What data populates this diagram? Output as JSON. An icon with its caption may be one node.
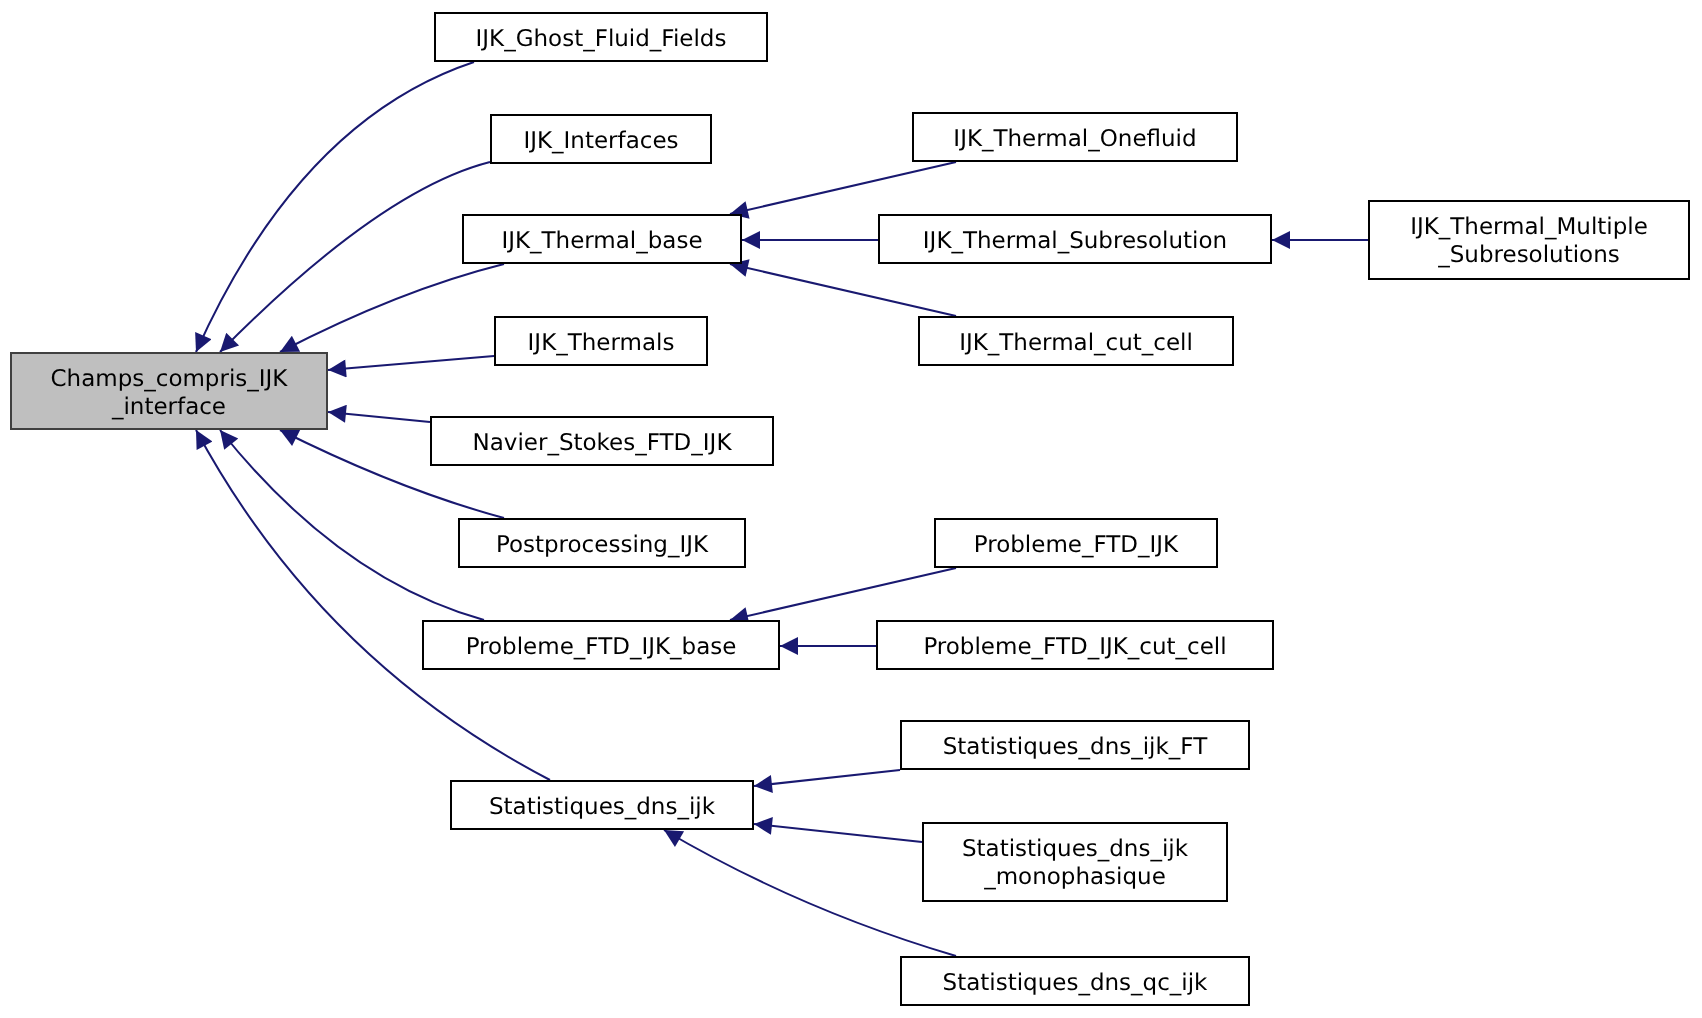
{
  "diagram": {
    "nodes": [
      {
        "text": [
          "Champs_compris_IJK _interface"
        ]
      },
      {
        "text": [
          "IJK_Ghost_Fluid_Fields"
        ]
      },
      {
        "text": [
          "IJK_Interfaces"
        ]
      },
      {
        "text": [
          "IJK_Thermal_base"
        ]
      },
      {
        "text": [
          "IJK_Thermal_Onefluid"
        ]
      },
      {
        "text": [
          "IJK_Thermal_Subresolution"
        ]
      },
      {
        "text": [
          "IJK_Thermal_cut_cell"
        ]
      },
      {
        "text": [
          "IJK_Thermal_Multiple _Subresolutions"
        ]
      },
      {
        "text": [
          "IJK_Thermals"
        ]
      },
      {
        "text": [
          "Navier_Stokes_FTD_IJK"
        ]
      },
      {
        "text": [
          "Postprocessing_IJK"
        ]
      },
      {
        "text": [
          "Probleme_FTD_IJK_base"
        ]
      },
      {
        "text": [
          "Probleme_FTD_IJK"
        ]
      },
      {
        "text": [
          "Probleme_FTD_IJK_cut_cell"
        ]
      },
      {
        "text": [
          "Statistiques_dns_ijk"
        ]
      },
      {
        "text": [
          "Statistiques_dns_ijk_FT"
        ]
      },
      {
        "text": [
          "Statistiques_dns_ijk _monophasique"
        ]
      },
      {
        "text": [
          "Statistiques_dns_qc_ijk"
        ]
      }
    ],
    "edges": [
      {
        "from": 1,
        "to": 0,
        "arrow": "to"
      },
      {
        "from": 2,
        "to": 0,
        "arrow": "to"
      },
      {
        "from": 3,
        "to": 0,
        "arrow": "to"
      },
      {
        "from": 4,
        "to": 3,
        "arrow": "to"
      },
      {
        "from": 5,
        "to": 3,
        "arrow": "to"
      },
      {
        "from": 6,
        "to": 3,
        "arrow": "to"
      },
      {
        "from": 7,
        "to": 5,
        "arrow": "to"
      },
      {
        "from": 8,
        "to": 0,
        "arrow": "to"
      },
      {
        "from": 9,
        "to": 0,
        "arrow": "to"
      },
      {
        "from": 10,
        "to": 0,
        "arrow": "to"
      },
      {
        "from": 11,
        "to": 0,
        "arrow": "to"
      },
      {
        "from": 12,
        "to": 11,
        "arrow": "to"
      },
      {
        "from": 13,
        "to": 11,
        "arrow": "to"
      },
      {
        "from": 14,
        "to": 0,
        "arrow": "to"
      },
      {
        "from": 15,
        "to": 14,
        "arrow": "to"
      },
      {
        "from": 16,
        "to": 14,
        "arrow": "to"
      },
      {
        "from": 17,
        "to": 14,
        "arrow": "to"
      }
    ]
  }
}
